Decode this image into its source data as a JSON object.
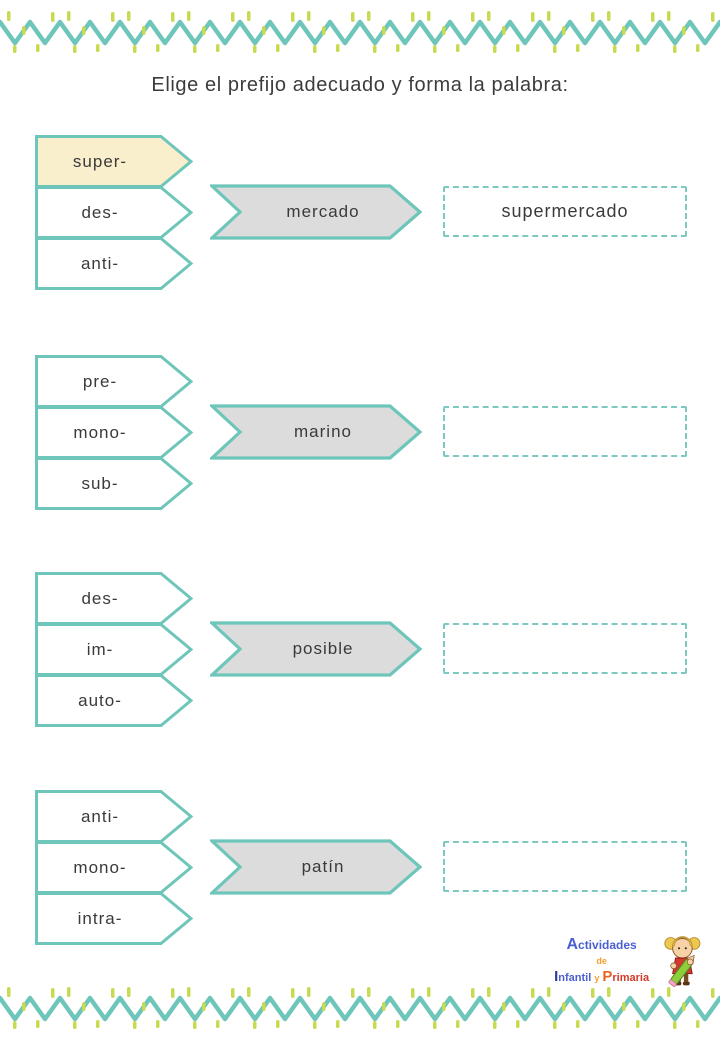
{
  "title": "Elige el prefijo adecuado y forma la palabra:",
  "groups": [
    {
      "prefixes": [
        {
          "label": "super-",
          "selected": true
        },
        {
          "label": "des-",
          "selected": false
        },
        {
          "label": "anti-",
          "selected": false
        }
      ],
      "word": "mercado",
      "answer": "supermercado"
    },
    {
      "prefixes": [
        {
          "label": "pre-",
          "selected": false
        },
        {
          "label": "mono-",
          "selected": false
        },
        {
          "label": "sub-",
          "selected": false
        }
      ],
      "word": "marino",
      "answer": ""
    },
    {
      "prefixes": [
        {
          "label": "des-",
          "selected": false
        },
        {
          "label": "im-",
          "selected": false
        },
        {
          "label": "auto-",
          "selected": false
        }
      ],
      "word": "posible",
      "answer": ""
    },
    {
      "prefixes": [
        {
          "label": "anti-",
          "selected": false
        },
        {
          "label": "mono-",
          "selected": false
        },
        {
          "label": "intra-",
          "selected": false
        }
      ],
      "word": "patín",
      "answer": ""
    }
  ],
  "logo": {
    "line1": "Actividades",
    "line2": "de",
    "line3_part1": "Infantil",
    "line3_part2": "y",
    "line3_part3": "Primaria",
    "mascot_icon": "mascot-girl-icon"
  },
  "colors": {
    "teal_border": "#6ec5ba",
    "teal_dashed": "#7cc9c0",
    "green_dash": "#c8da50",
    "selected_fill": "#faefcd",
    "word_fill": "#dcdcdc",
    "text": "#3a3a3a",
    "logo_blue": "#4a5fd0",
    "logo_orange": "#f59d2f",
    "logo_red": "#d43a28"
  }
}
